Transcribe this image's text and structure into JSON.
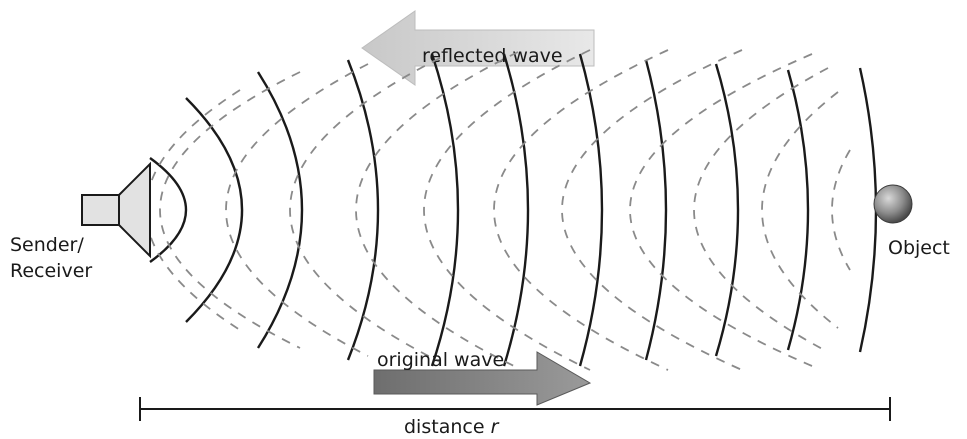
{
  "labels": {
    "reflected_wave": "reflected wave",
    "original_wave": "original wave",
    "sender_line1": "Sender/",
    "sender_line2": "Receiver",
    "object": "Object",
    "distance_prefix": "distance ",
    "distance_var": "r"
  },
  "colors": {
    "ink": "#1a1a1a",
    "dashed_wave": "#8a8a8a",
    "reflected_arrow": "#d6d6d6",
    "original_arrow": "#7d7d7d",
    "speaker_fill": "#e2e2e2",
    "object_fill": "#8c8c8c"
  },
  "icons": {
    "sender": "speaker-icon",
    "object": "sphere-icon"
  }
}
